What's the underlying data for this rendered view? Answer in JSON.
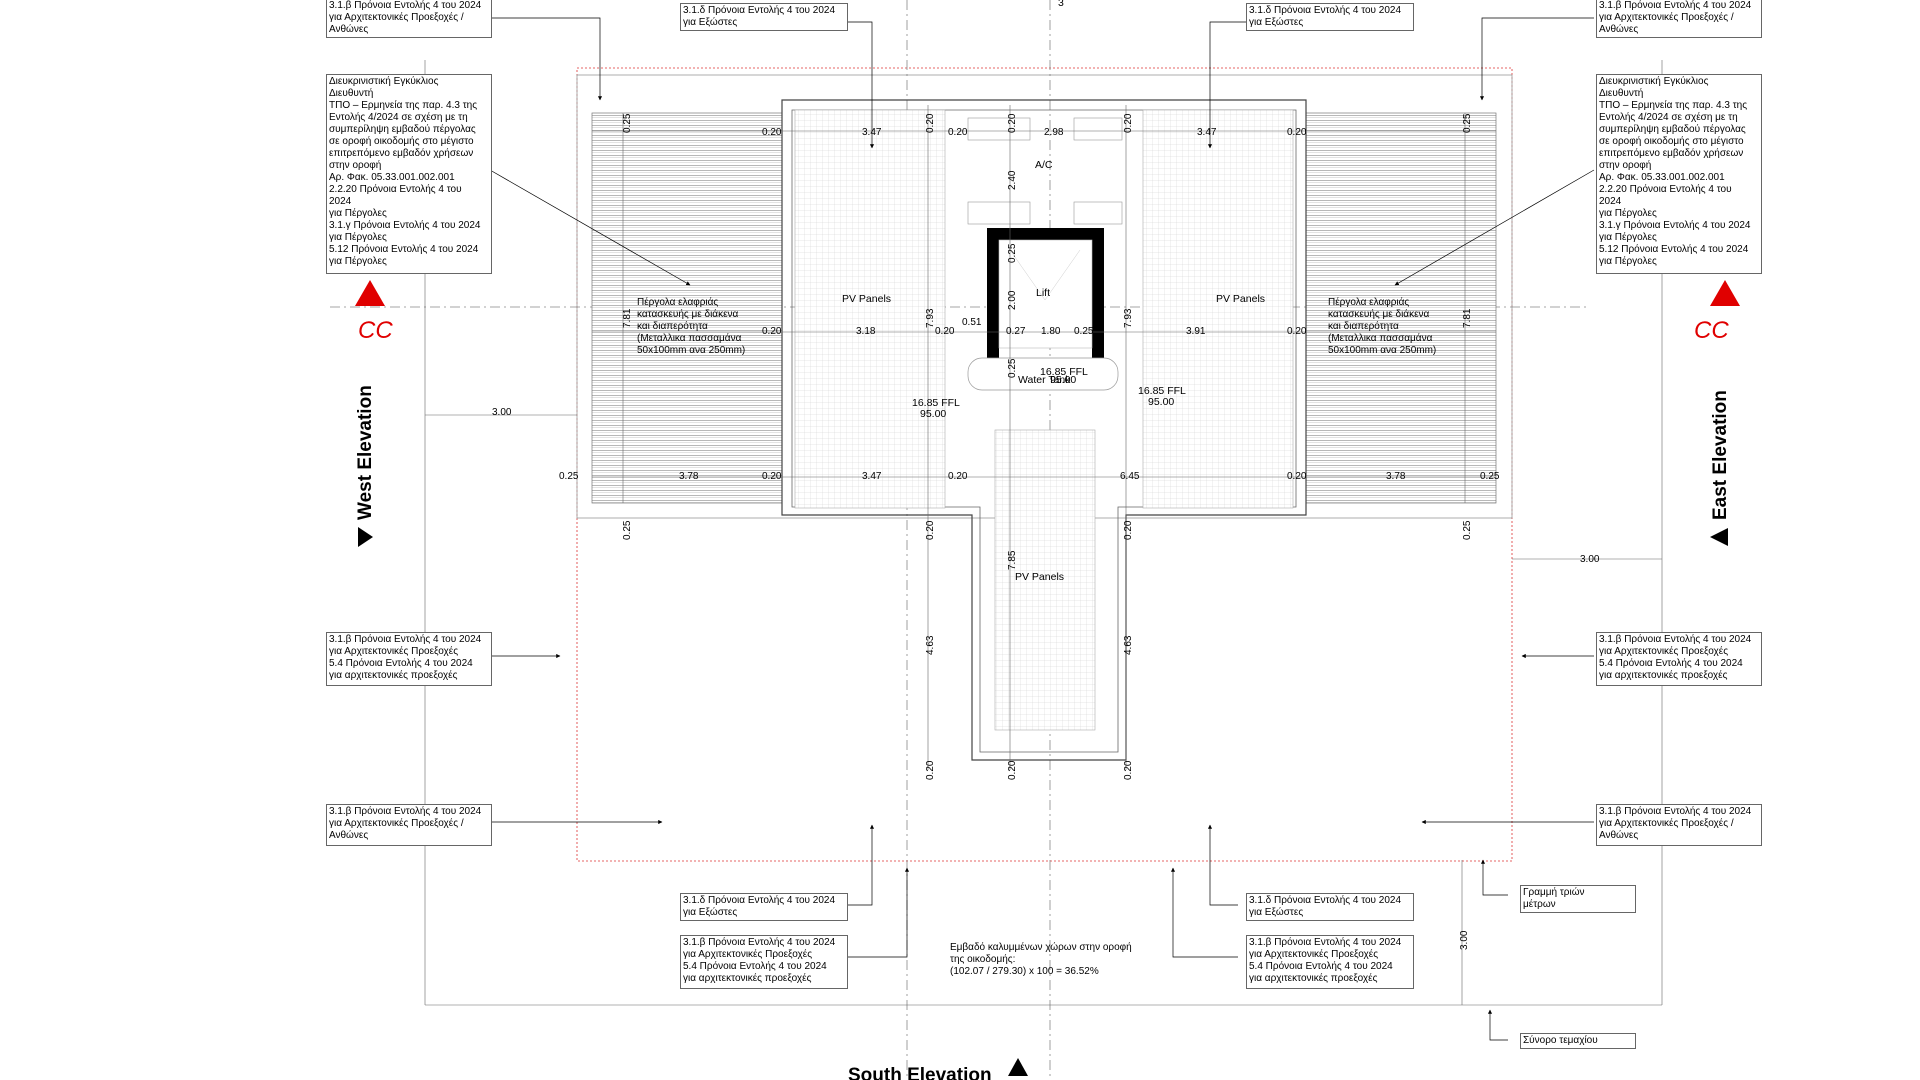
{
  "notes": {
    "top_left_1": [
      "3.1.β Πρόνοια Εντολής 4 του 2024",
      "για Αρχιτεκτονικές Προεξοχές /",
      "Ανθώνες"
    ],
    "top_right_1": [
      "3.1.β Πρόνοια Εντολής 4 του 2024",
      "για Αρχιτεκτονικές Προεξοχές /",
      "Ανθώνες"
    ],
    "top_center_left": [
      "3.1.δ Πρόνοια Εντολής 4 του 2024",
      "για Εξώστες"
    ],
    "top_center_right": [
      "3.1.δ Πρόνοια Εντολής 4 του 2024",
      "για Εξώστες"
    ],
    "circular_left": [
      "Διευκρινιστική Εγκύκλιος",
      "Διευθυντή",
      "ΤΠΟ – Ερμηνεία της παρ. 4.3 της",
      "Εντολής 4/2024 σε σχέση με τη",
      "συμπερίληψη εμβαδού πέργολας",
      "σε οροφή οικοδομής στο μέγιστο",
      "επιτρεπόμενο εμβαδόν χρήσεων",
      "στην οροφή",
      "Αρ. Φακ. 05.33.001.002.001",
      "2.2.20 Πρόνοια Εντολής 4 του",
      "2024",
      "για Πέργολες",
      "3.1.γ Πρόνοια Εντολής 4 του 2024",
      "για Πέργολες",
      "5.12 Πρόνοια Εντολής 4 του 2024",
      "για Πέργολες"
    ],
    "circular_right": [
      "Διευκρινιστική Εγκύκλιος",
      "Διευθυντή",
      "ΤΠΟ – Ερμηνεία της παρ. 4.3 της",
      "Εντολής 4/2024 σε σχέση με τη",
      "συμπερίληψη εμβαδού πέργολας",
      "σε οροφή οικοδομής στο μέγιστο",
      "επιτρεπόμενο εμβαδόν χρήσεων",
      "στην οροφή",
      "Αρ. Φακ. 05.33.001.002.001",
      "2.2.20 Πρόνοια Εντολής 4 του",
      "2024",
      "για Πέργολες",
      "3.1.γ Πρόνοια Εντολής 4 του 2024",
      "για Πέργολες",
      "5.12 Πρόνοια Εντολής 4 του 2024",
      "για Πέργολες"
    ],
    "mid_left": [
      "3.1.β Πρόνοια Εντολής 4 του 2024",
      "για Αρχιτεκτονικές Προεξοχές",
      "5.4 Πρόνοια Εντολής 4 του 2024",
      "για αρχιτεκτονικές προεξοχές"
    ],
    "mid_right": [
      "3.1.β Πρόνοια Εντολής 4 του 2024",
      "για Αρχιτεκτονικές Προεξοχές",
      "5.4 Πρόνοια Εντολής 4 του 2024",
      "για αρχιτεκτονικές προεξοχές"
    ],
    "low_left": [
      "3.1.β Πρόνοια Εντολής 4 του 2024",
      "για Αρχιτεκτονικές Προεξοχές /",
      "Ανθώνες"
    ],
    "low_right": [
      "3.1.β Πρόνοια Εντολής 4 του 2024",
      "για Αρχιτεκτονικές Προεξοχές /",
      "Ανθώνες"
    ],
    "bottom_center_left_1": [
      "3.1.δ Πρόνοια Εντολής 4 του 2024",
      "για Εξώστες"
    ],
    "bottom_center_right_1": [
      "3.1.δ Πρόνοια Εντολής 4 του 2024",
      "για Εξώστες"
    ],
    "bottom_center_left_2": [
      "3.1.β Πρόνοια Εντολής 4 του 2024",
      "για Αρχιτεκτονικές Προεξοχές",
      "5.4 Πρόνοια Εντολής 4 του 2024",
      "για αρχιτεκτονικές προεξοχές"
    ],
    "bottom_center_right_2": [
      "3.1.β Πρόνοια Εντολής 4 του 2024",
      "για Αρχιτεκτονικές Προεξοχές",
      "5.4 Πρόνοια Εντολής 4 του 2024",
      "για αρχιτεκτονικές προεξοχές"
    ],
    "three_meter_line": [
      "Γραμμή τριών",
      "μέτρων"
    ],
    "plot_boundary": [
      "Σύνορο τεμαχίου"
    ]
  },
  "coverage_note": [
    "Εμβαδό καλυμμένων χώρων στην οροφή",
    "της οικοδομής:",
    "(102.07 / 279.30) x 100 = 36.52%"
  ],
  "elevations": {
    "west": "West Elevation",
    "east": "East Elevation",
    "south": "South Elevation"
  },
  "section_marker": "CC",
  "labels": {
    "pergola_left": [
      "Πέργολα ελαφριάς",
      "κατασκευής με διάκενα",
      "και διαπερότητα",
      "(Μεταλλικα πασσαμάνα",
      "50x100mm ανα 250mm)"
    ],
    "pergola_right": [
      "Πέργολα ελαφριάς",
      "κατασκευής με διάκενα",
      "και διαπερότητα",
      "(Μεταλλικα πασσαμάνα",
      "50x100mm ανα 250mm)"
    ],
    "pv_left": "PV Panels",
    "pv_right": "PV Panels",
    "pv_bottom": "PV Panels",
    "ac": "A/C",
    "lift": "Lift",
    "water_tank": "Water Tank",
    "lvl_center": "16.85 FFL",
    "lvl_center_2": "95.00",
    "lvl_left": "16.85 FFL",
    "lvl_left_2": "95.00",
    "lvl_right": "16.85 FFL",
    "lvl_right_2": "95.00",
    "top_clip": "3"
  },
  "dimensions": {
    "d_025_tl": "0.25",
    "d_020_a": "0.20",
    "d_347_a": "3.47",
    "d_020_b": "0.20",
    "d_020_c": "0.20",
    "d_020_d": "0.20",
    "d_298": "2.98",
    "d_020_e": "0.20",
    "d_347_b": "3.47",
    "d_020_f": "0.20",
    "d_025_tr": "0.25",
    "d_240": "2.40",
    "d_025_lift": "0.25",
    "d_200": "2.00",
    "d_781_l": "7.81",
    "d_020_g": "0.20",
    "d_318": "3.18",
    "d_793_l": "7.93",
    "d_020_h": "0.20",
    "d_051": "0.51",
    "d_027": "0.27",
    "d_180": "1.80",
    "d_025_m": "0.25",
    "d_793_r": "7.93",
    "d_391": "3.91",
    "d_020_i": "0.20",
    "d_781_r": "7.81",
    "d_025_wt": "0.25",
    "d_300_l": "3.00",
    "d_025_bl": "0.25",
    "d_378_l": "3.78",
    "d_020_j": "0.20",
    "d_347_c": "3.47",
    "d_020_k": "0.20",
    "d_645": "6.45",
    "d_020_l": "0.20",
    "d_378_r": "3.78",
    "d_025_br": "0.25",
    "d_025_v1": "0.25",
    "d_020_v2": "0.20",
    "d_020_v3": "0.20",
    "d_025_v4": "0.25",
    "d_300_r": "3.00",
    "d_785": "7.85",
    "d_463_l": "4.63",
    "d_463_r": "4.63",
    "d_020_b1": "0.20",
    "d_020_b2": "0.20",
    "d_020_b3": "0.20",
    "d_300_v": "3.00"
  },
  "colors": {
    "line": "#555555",
    "red": "#e00000",
    "pv_grid": "#bbbbbb",
    "hatch": "#999999"
  }
}
